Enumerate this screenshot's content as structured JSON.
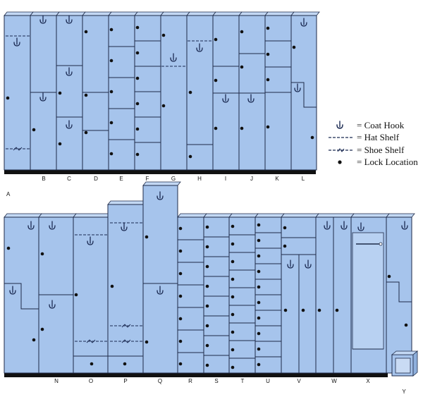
{
  "colors": {
    "locker": "#a6c4ec",
    "top": "#c3d8f4",
    "line": "#1e2a48",
    "base": "#111111",
    "symbol": "#1b2a52"
  },
  "figure_label_a": "A",
  "row1_labels": [
    "B",
    "C",
    "D",
    "E",
    "F",
    "G",
    "H",
    "I",
    "J",
    "K",
    "L"
  ],
  "row2_labels": [
    "N",
    "O",
    "P",
    "Q",
    "R",
    "S",
    "T",
    "U",
    "V",
    "W",
    "X",
    "Y"
  ],
  "legend": {
    "coat_hook": "= Coat Hook",
    "hat_shelf": "= Hat Shelf",
    "shoe_shelf": "= Shoe Shelf",
    "lock": "= Lock Location"
  },
  "icons": {
    "coat_hook": "coat-hook-icon",
    "hat_shelf": "hat-shelf-icon",
    "shoe_shelf": "shoe-shelf-icon",
    "lock": "lock-dot-icon"
  }
}
